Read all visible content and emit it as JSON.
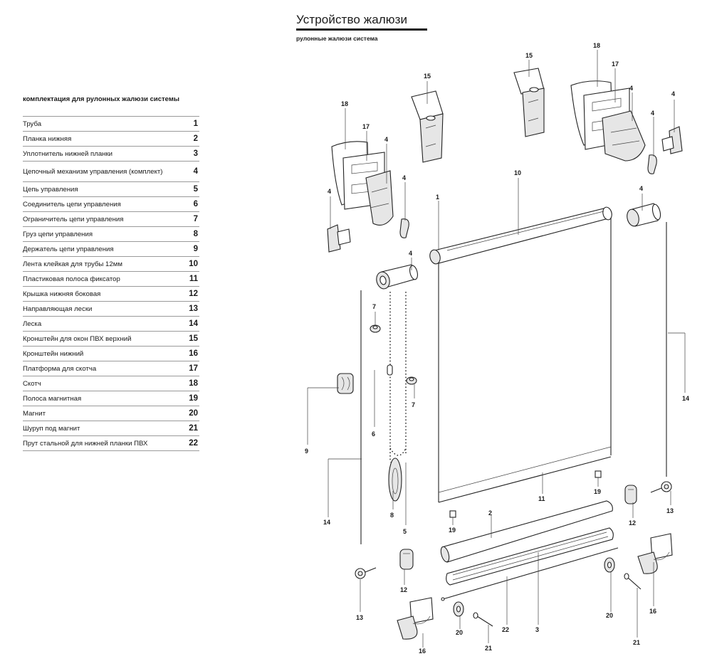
{
  "header": {
    "title": "Устройство жалюзи",
    "subtitle": "рулонные жалюзи система"
  },
  "parts_heading": "комплектация для рулонных жалюзи системы",
  "parts": [
    {
      "name": "Труба",
      "num": "1"
    },
    {
      "name": "Планка нижняя",
      "num": "2"
    },
    {
      "name": "Уплотнитель нижней планки",
      "num": "3"
    },
    {
      "name": "Цепочный механизм управления (комплект)",
      "num": "4"
    },
    {
      "name": "Цепь управления",
      "num": "5"
    },
    {
      "name": "Соединитель цепи управления",
      "num": "6"
    },
    {
      "name": "Ограничитель цепи управления",
      "num": "7"
    },
    {
      "name": "Груз цепи управления",
      "num": "8"
    },
    {
      "name": "Держатель цепи управления",
      "num": "9"
    },
    {
      "name": "Лента клейкая для трубы 12мм",
      "num": "10"
    },
    {
      "name": "Пластиковая полоса фиксатор",
      "num": "11"
    },
    {
      "name": "Крышка нижняя боковая",
      "num": "12"
    },
    {
      "name": "Направляющая лески",
      "num": "13"
    },
    {
      "name": "Леска",
      "num": "14"
    },
    {
      "name": "Кронштейн для окон ПВХ верхний",
      "num": "15"
    },
    {
      "name": "Кронштейн нижний",
      "num": "16"
    },
    {
      "name": "Платформа для скотча",
      "num": "17"
    },
    {
      "name": "Скотч",
      "num": "18"
    },
    {
      "name": "Полоса магнитная",
      "num": "19"
    },
    {
      "name": "Магнит",
      "num": "20"
    },
    {
      "name": "Шуруп под магнит",
      "num": "21"
    },
    {
      "name": "Прут стальной для нижней планки ПВХ",
      "num": "22"
    }
  ],
  "callouts": {
    "c1": "1",
    "c2": "2",
    "c3": "3",
    "c4a": "4",
    "c4b": "4",
    "c4c": "4",
    "c4d": "4",
    "c4e": "4",
    "c4f": "4",
    "c4g": "4",
    "c4h": "4",
    "c5": "5",
    "c6": "6",
    "c7a": "7",
    "c7b": "7",
    "c8": "8",
    "c9": "9",
    "c10": "10",
    "c11": "11",
    "c12a": "12",
    "c12b": "12",
    "c13a": "13",
    "c13b": "13",
    "c14a": "14",
    "c14b": "14",
    "c15a": "15",
    "c15b": "15",
    "c16a": "16",
    "c16b": "16",
    "c17a": "17",
    "c17b": "17",
    "c18a": "18",
    "c18b": "18",
    "c19a": "19",
    "c19b": "19",
    "c20a": "20",
    "c20b": "20",
    "c21a": "21",
    "c21b": "21",
    "c22": "22"
  }
}
